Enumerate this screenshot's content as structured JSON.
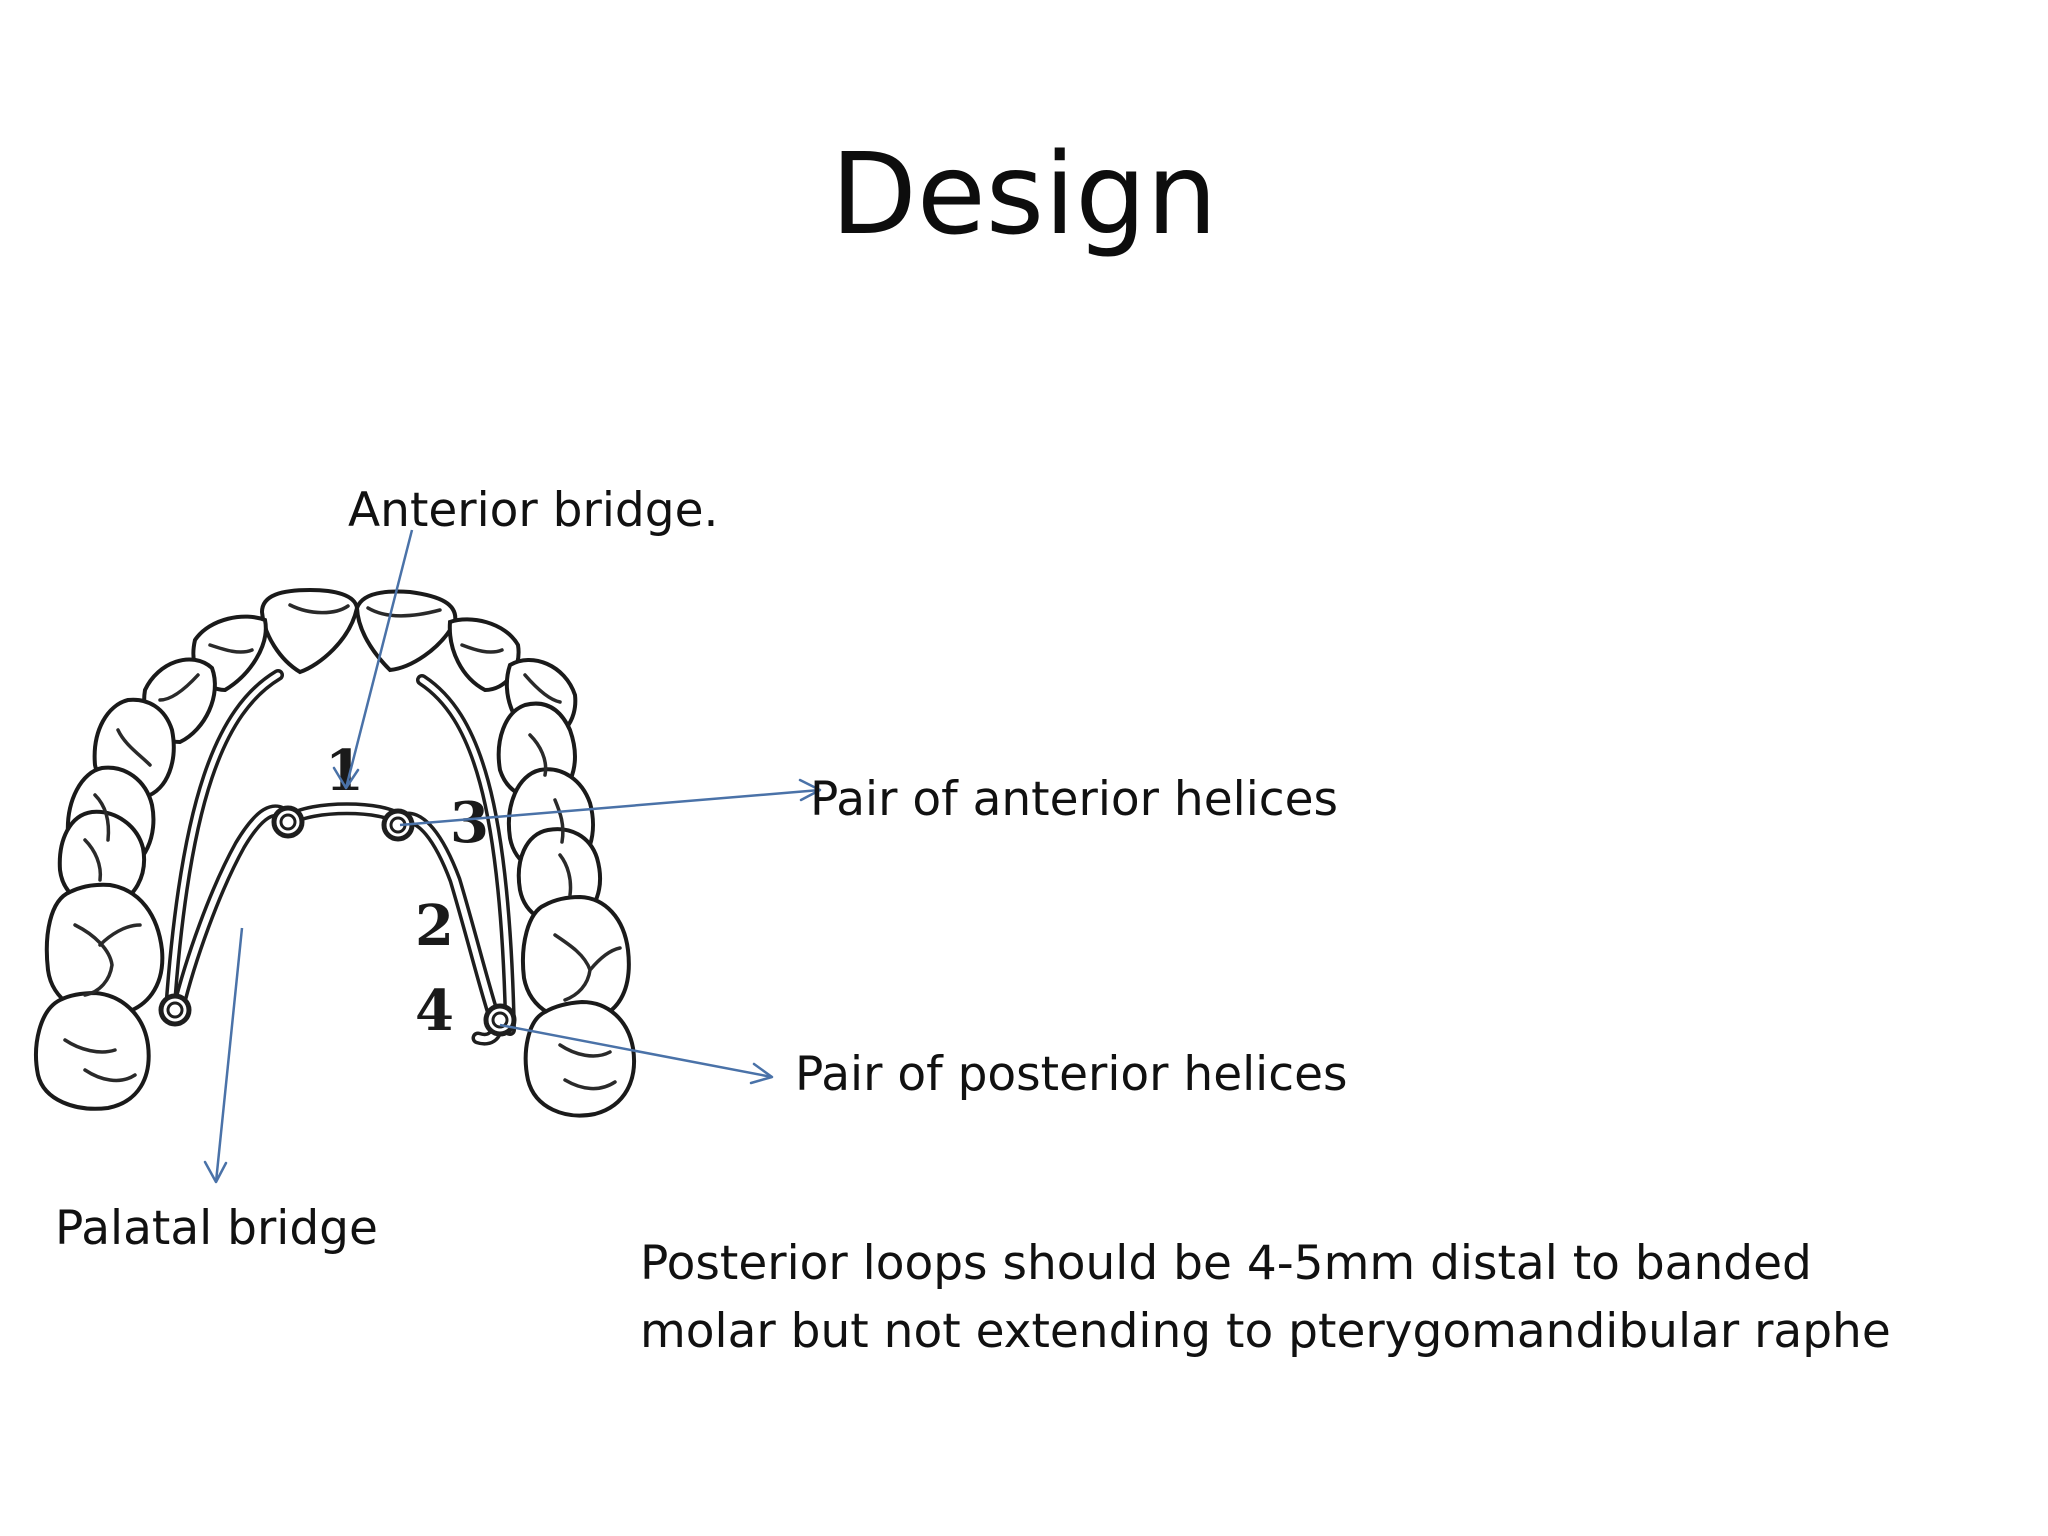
{
  "slide": {
    "title": "Design"
  },
  "labels": {
    "anterior_bridge": "Anterior bridge.",
    "anterior_helices": "Pair of anterior helices",
    "posterior_helices": "Pair of posterior helices",
    "palatal_bridge": "Palatal bridge"
  },
  "note": {
    "line1": "Posterior loops should be 4-5mm distal to banded",
    "line2": "molar but not extending to pterygomandibular raphe"
  },
  "diagram": {
    "numbers": [
      "1",
      "2",
      "3",
      "4"
    ],
    "arrow_color": "#4a72a8"
  }
}
